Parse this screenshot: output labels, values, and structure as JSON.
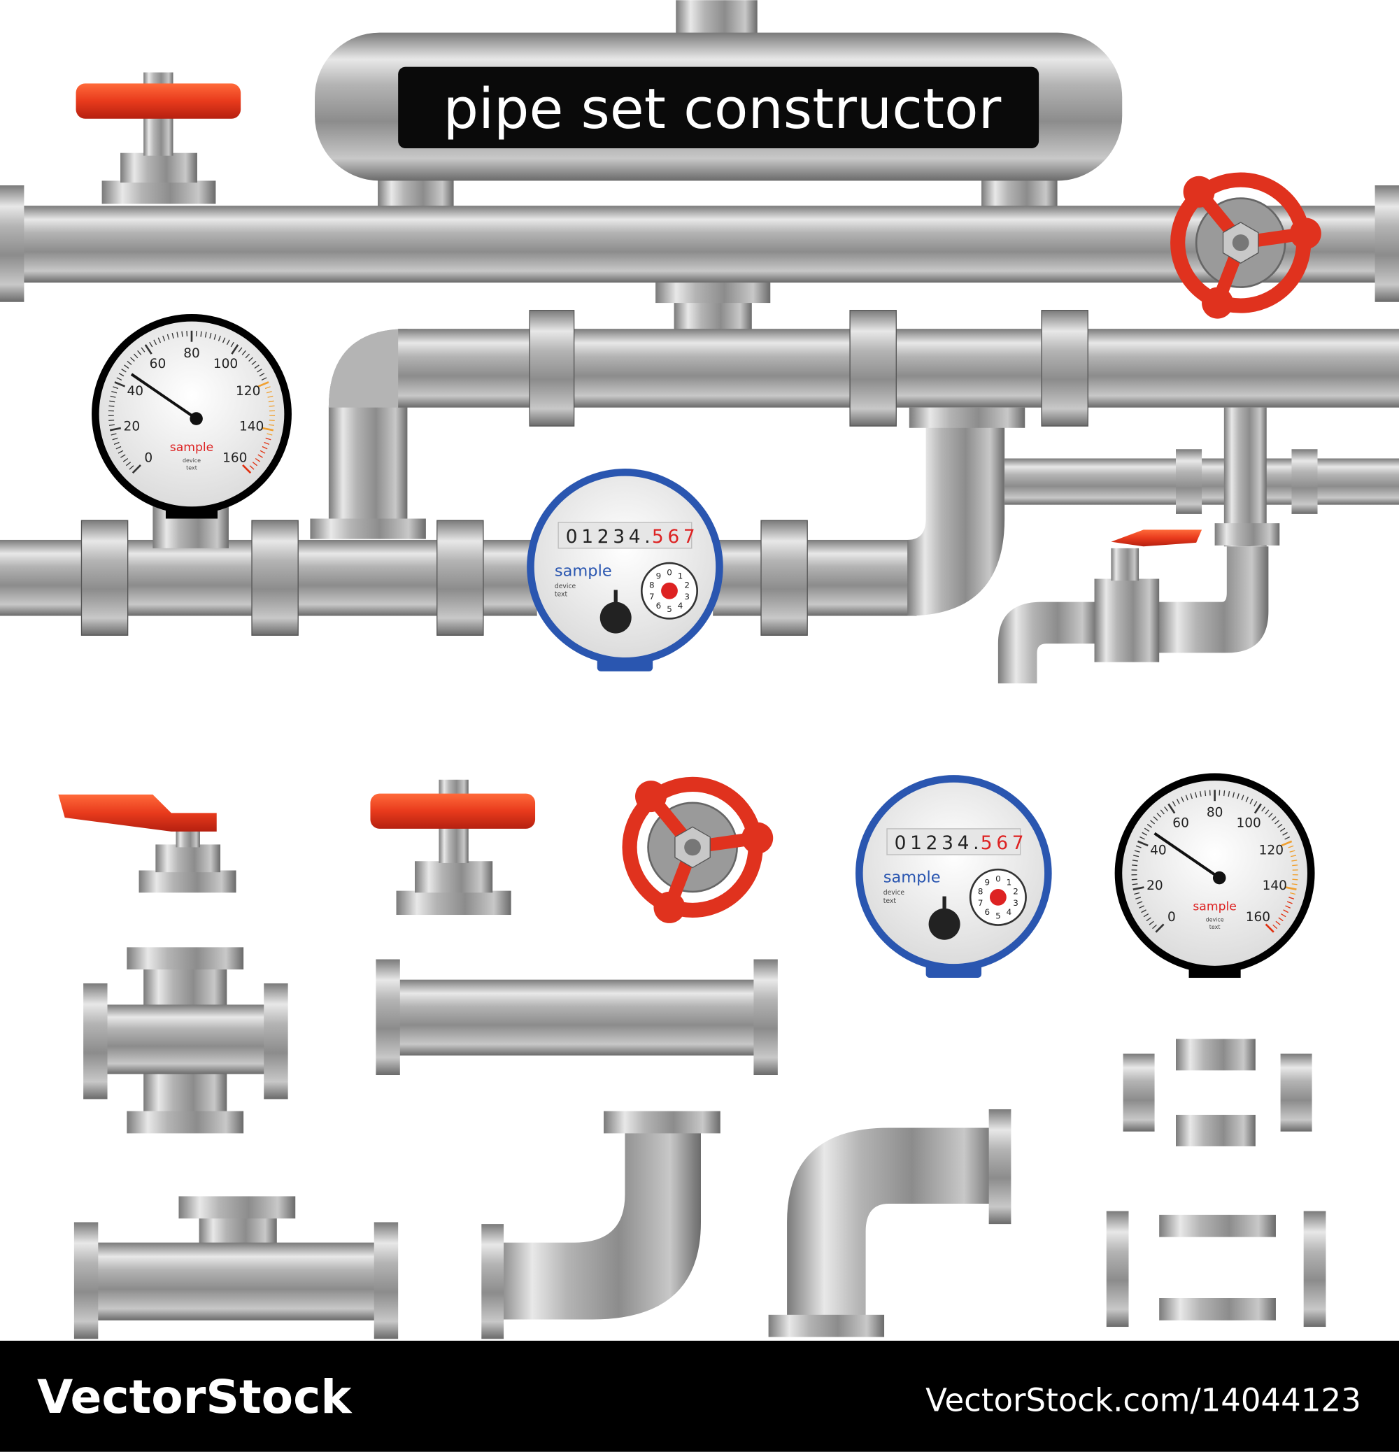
{
  "title": "pipe set constructor",
  "gauge": {
    "scale": [
      "0",
      "20",
      "40",
      "60",
      "80",
      "100",
      "120",
      "140",
      "160"
    ],
    "brand": "sample",
    "caption_line1": "device",
    "caption_line2": "text"
  },
  "meter": {
    "digits_black": [
      "0",
      "1",
      "2",
      "3",
      "4"
    ],
    "decimal_point": ".",
    "digits_red": [
      "5",
      "6",
      "7"
    ],
    "brand": "sample",
    "caption_line1": "device",
    "caption_line2": "text",
    "dial": [
      "0",
      "1",
      "2",
      "3",
      "4",
      "5",
      "6",
      "7",
      "8",
      "9"
    ]
  },
  "footer": {
    "logo": "VectorStock",
    "url": "VectorStock.com/14044123"
  },
  "colors": {
    "valve_red": "#e0321e",
    "meter_blue": "#2a56b0",
    "footer_bg": "#000000"
  }
}
